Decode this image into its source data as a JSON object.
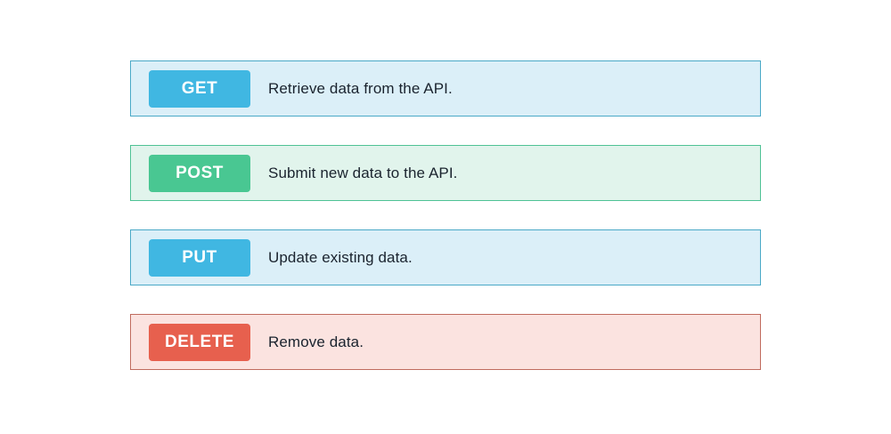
{
  "badge_text_color": "#ffffff",
  "description_text_color": "#1a232e",
  "methods": [
    {
      "label": "GET",
      "description": "Retrieve data from the API.",
      "badge_color": "#40b7e2",
      "row_bg": "#dbeff8",
      "border_color": "#4aa9c7"
    },
    {
      "label": "POST",
      "description": "Submit new data to the API.",
      "badge_color": "#49c792",
      "row_bg": "#e1f4ec",
      "border_color": "#4fc295"
    },
    {
      "label": "PUT",
      "description": "Update existing data.",
      "badge_color": "#40b7e2",
      "row_bg": "#dbeff8",
      "border_color": "#4aa9c7"
    },
    {
      "label": "DELETE",
      "description": "Remove data.",
      "badge_color": "#e7604e",
      "row_bg": "#fbe3e0",
      "border_color": "#c06b5e"
    }
  ]
}
